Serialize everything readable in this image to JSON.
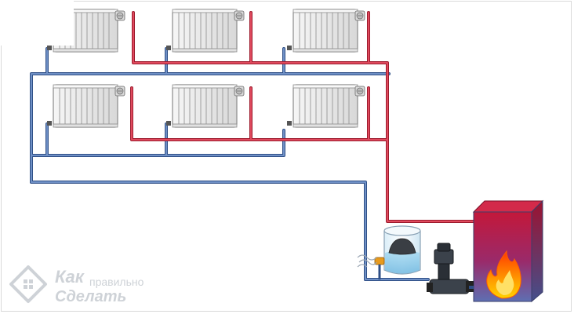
{
  "watermark": {
    "line1": "Как",
    "line1_small": "правильно",
    "line2": "Сделать",
    "color": "#c9ced3"
  },
  "colors": {
    "supply_pipe": "#c8283c",
    "return_pipe": "#4b6ea8",
    "radiator": "#eeeeee",
    "boiler_top": "#c3183a",
    "boiler_bottom": "#5e6fb2",
    "flame": "#ff8a00",
    "pump": "#2a2f36",
    "tank_water": "#8ecbea"
  },
  "icons": {
    "radiator": "radiator-icon",
    "thermostatic_valve": "thermostatic-valve-icon",
    "boiler": "boiler-icon",
    "flame": "flame-icon",
    "pump": "circulation-pump-icon",
    "expansion_tank": "expansion-tank-icon",
    "logo": "house-logo-icon"
  }
}
